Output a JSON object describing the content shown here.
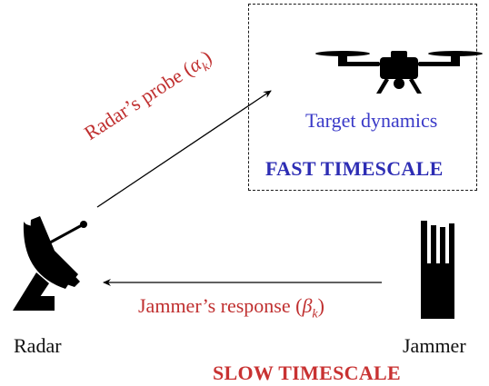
{
  "target": {
    "label": "Target dynamics"
  },
  "fast_timescale": {
    "label": "FAST TIMESCALE"
  },
  "probe": {
    "text": "Radar’s probe (",
    "symbol": "α",
    "subscript": "k",
    "close": ")"
  },
  "response": {
    "text": "Jammer’s response (",
    "symbol": "β",
    "subscript": "k",
    "close": ")"
  },
  "radar": {
    "label": "Radar"
  },
  "jammer": {
    "label": "Jammer"
  },
  "slow_timescale": {
    "label": "SLOW TIMESCALE"
  },
  "colors": {
    "red_text": "#c03030",
    "blue_text": "#3a3ac8",
    "icons": "#000000"
  }
}
